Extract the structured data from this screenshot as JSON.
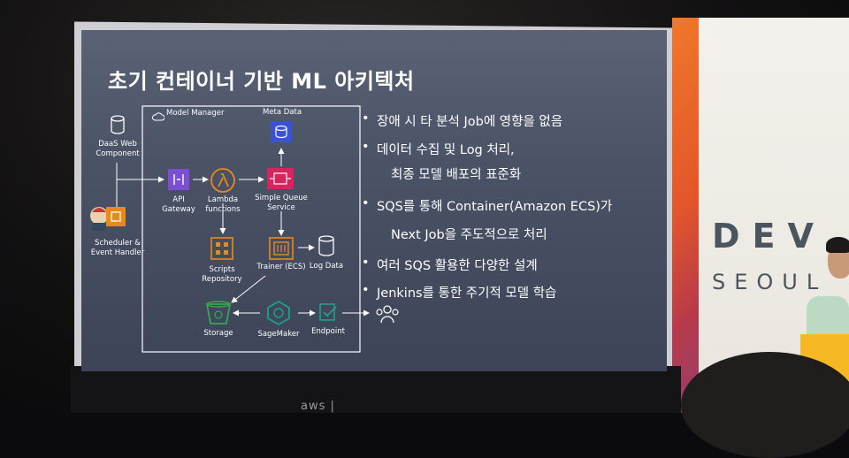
{
  "slide": {
    "title": "초기 컨테이너 기반 ML 아키텍처",
    "bullets": [
      {
        "text": "장애 시 타 분석 Job에 영향을 없음"
      },
      {
        "text": "데이터 수집 및 Log 처리,",
        "cont": "최종 모델 배포의 표준화"
      },
      {
        "text": "SQS를 통해 Container(Amazon ECS)가",
        "cont": "Next Job을 주도적으로 처리"
      },
      {
        "text": "여러 SQS 활용한 다양한 설계"
      },
      {
        "text": "Jenkins를 통한 주기적 모델 학습"
      }
    ],
    "bullet_marker": "•"
  },
  "diagram": {
    "group_title": "Model Manager",
    "nodes": {
      "daas": "DaaS Web\nComponent",
      "scheduler": "Scheduler &\nEvent Handler",
      "api_gateway": "API\nGateway",
      "lambda": "Lambda\nfunctions",
      "meta_data": "Meta Data",
      "sqs": "Simple Queue\nService",
      "scripts": "Scripts\nRepository",
      "trainer": "Trainer (ECS)",
      "log_data": "Log Data",
      "storage": "Storage",
      "sagemaker": "SageMaker",
      "endpoint": "Endpoint"
    }
  },
  "venue": {
    "brand_line1": "DEV",
    "brand_line2": "SEOUL",
    "stage_text": "aws |"
  },
  "colors": {
    "slide_bg": "#4a5266",
    "purple": "#7b4fd1",
    "orange": "#e88a1a",
    "magenta": "#d6245c",
    "blue": "#3b52d6",
    "green": "#35a853",
    "teal": "#1aa38a"
  }
}
